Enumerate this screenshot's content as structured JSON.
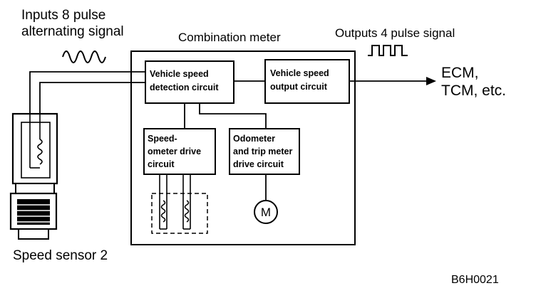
{
  "labels": {
    "input_signal_line1": "Inputs 8 pulse",
    "input_signal_line2": "alternating signal",
    "combination_meter": "Combination meter",
    "output_signal": "Outputs 4 pulse signal",
    "speed_sensor": "Speed sensor 2",
    "ecm": "ECM,",
    "tcm": "TCM, etc.",
    "figure_code": "B6H0021"
  },
  "boxes": {
    "detection": {
      "line1": "Vehicle speed",
      "line2": "detection circuit"
    },
    "output": {
      "line1": "Vehicle speed",
      "line2": "output circuit"
    },
    "speedometer": {
      "line1": "Speed-",
      "line2": "ometer drive",
      "line3": "circuit"
    },
    "odometer": {
      "line1": "Odometer",
      "line2": "and trip meter",
      "line3": "drive circuit"
    }
  },
  "motor_label": "M"
}
